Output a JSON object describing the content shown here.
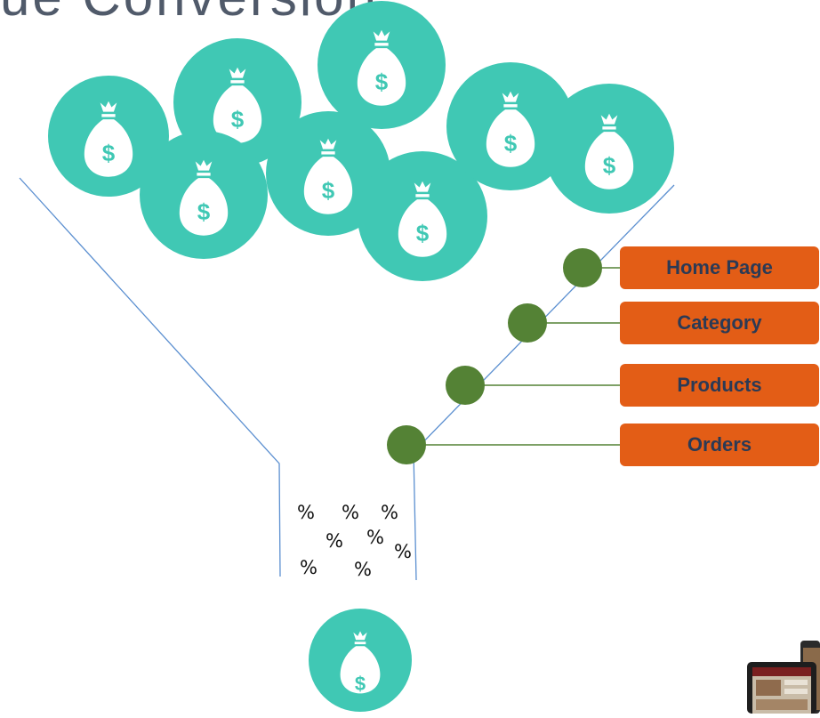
{
  "header": {
    "title_fragment": "ue Conversion"
  },
  "funnel": {
    "stages": [
      {
        "label": "Home Page"
      },
      {
        "label": "Category"
      },
      {
        "label": "Products"
      },
      {
        "label": "Orders"
      }
    ],
    "leak_symbol": "%",
    "currency_symbol": "$"
  },
  "colors": {
    "coin": "#40c8b4",
    "bag": "#ffffff",
    "stage_box": "#e35d16",
    "stage_text": "#2b3a55",
    "node": "#548235",
    "funnel_line": "#5b8fd0"
  },
  "icons": {
    "coin_icon": "money-bag-icon",
    "device_icon": "tablet-phone-icon"
  }
}
